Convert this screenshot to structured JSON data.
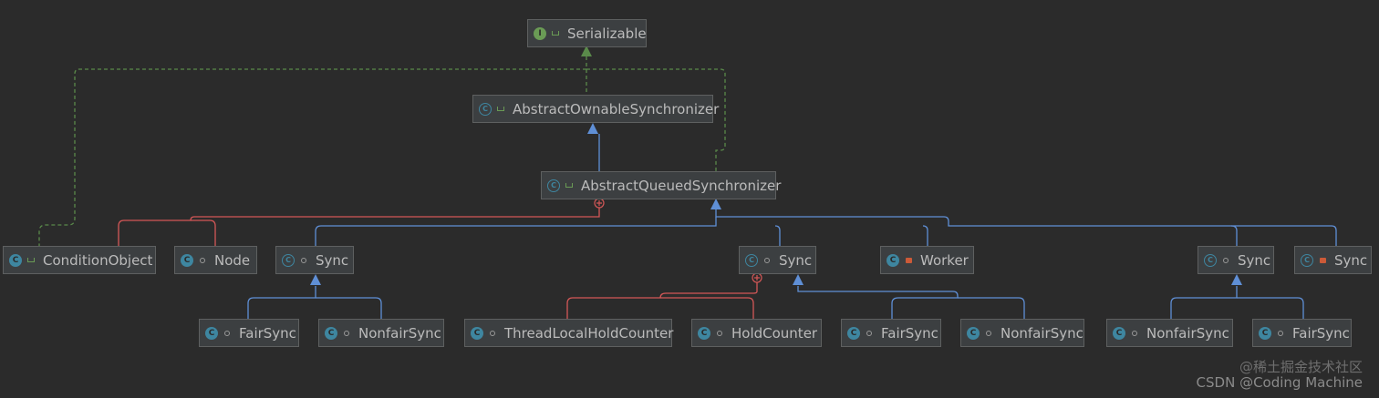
{
  "nodes": {
    "serializable": {
      "label": "Serializable",
      "kind": "interface",
      "visibility": "public"
    },
    "aos": {
      "label": "AbstractOwnableSynchronizer",
      "kind": "abstract-class",
      "visibility": "public"
    },
    "aqs": {
      "label": "AbstractQueuedSynchronizer",
      "kind": "abstract-class",
      "visibility": "public"
    },
    "condition_object": {
      "label": "ConditionObject",
      "kind": "class",
      "visibility": "public"
    },
    "node": {
      "label": "Node",
      "kind": "class",
      "visibility": "package"
    },
    "sync_a": {
      "label": "Sync",
      "kind": "abstract-class",
      "visibility": "package"
    },
    "sync_b": {
      "label": "Sync",
      "kind": "abstract-class",
      "visibility": "package"
    },
    "worker": {
      "label": "Worker",
      "kind": "class",
      "visibility": "private"
    },
    "sync_c": {
      "label": "Sync",
      "kind": "abstract-class",
      "visibility": "package"
    },
    "sync_d": {
      "label": "Sync",
      "kind": "abstract-class",
      "visibility": "private"
    },
    "fair_sync_a": {
      "label": "FairSync",
      "kind": "class",
      "visibility": "package"
    },
    "nonfair_sync_a": {
      "label": "NonfairSync",
      "kind": "class",
      "visibility": "package"
    },
    "thread_local_hold_counter": {
      "label": "ThreadLocalHoldCounter",
      "kind": "class",
      "visibility": "package"
    },
    "hold_counter": {
      "label": "HoldCounter",
      "kind": "class",
      "visibility": "package"
    },
    "fair_sync_b": {
      "label": "FairSync",
      "kind": "class",
      "visibility": "package"
    },
    "nonfair_sync_b": {
      "label": "NonfairSync",
      "kind": "class",
      "visibility": "package"
    },
    "nonfair_sync_c": {
      "label": "NonfairSync",
      "kind": "class",
      "visibility": "package"
    },
    "fair_sync_c": {
      "label": "FairSync",
      "kind": "class",
      "visibility": "package"
    }
  },
  "relations": [
    {
      "from": "aos",
      "to": "serializable",
      "type": "implements"
    },
    {
      "from": "aqs",
      "to": "serializable",
      "type": "implements"
    },
    {
      "from": "condition_object",
      "to": "serializable",
      "type": "implements"
    },
    {
      "from": "aqs",
      "to": "aos",
      "type": "extends"
    },
    {
      "from": "condition_object",
      "to": "aqs",
      "type": "inner-class"
    },
    {
      "from": "node",
      "to": "aqs",
      "type": "inner-class"
    },
    {
      "from": "sync_a",
      "to": "aqs",
      "type": "extends"
    },
    {
      "from": "sync_b",
      "to": "aqs",
      "type": "extends"
    },
    {
      "from": "worker",
      "to": "aqs",
      "type": "extends"
    },
    {
      "from": "sync_c",
      "to": "aqs",
      "type": "extends"
    },
    {
      "from": "sync_d",
      "to": "aqs",
      "type": "extends"
    },
    {
      "from": "fair_sync_a",
      "to": "sync_a",
      "type": "extends"
    },
    {
      "from": "nonfair_sync_a",
      "to": "sync_a",
      "type": "extends"
    },
    {
      "from": "thread_local_hold_counter",
      "to": "sync_b",
      "type": "inner-class"
    },
    {
      "from": "hold_counter",
      "to": "sync_b",
      "type": "inner-class"
    },
    {
      "from": "fair_sync_b",
      "to": "sync_b",
      "type": "extends"
    },
    {
      "from": "nonfair_sync_b",
      "to": "sync_b",
      "type": "extends"
    },
    {
      "from": "nonfair_sync_c",
      "to": "sync_c",
      "type": "extends"
    },
    {
      "from": "fair_sync_c",
      "to": "sync_c",
      "type": "extends"
    }
  ],
  "colors": {
    "background": "#2b2b2b",
    "node_fill": "#3c3f41",
    "node_border": "#5e6060",
    "text": "#bbbbbb",
    "extends_edge": "#5f8fd6",
    "implements_edge": "#5a8a4a",
    "inner_class_edge": "#d45757"
  },
  "watermark": {
    "line1": "@稀土掘金技术社区",
    "line2": "CSDN @Coding Machine"
  }
}
